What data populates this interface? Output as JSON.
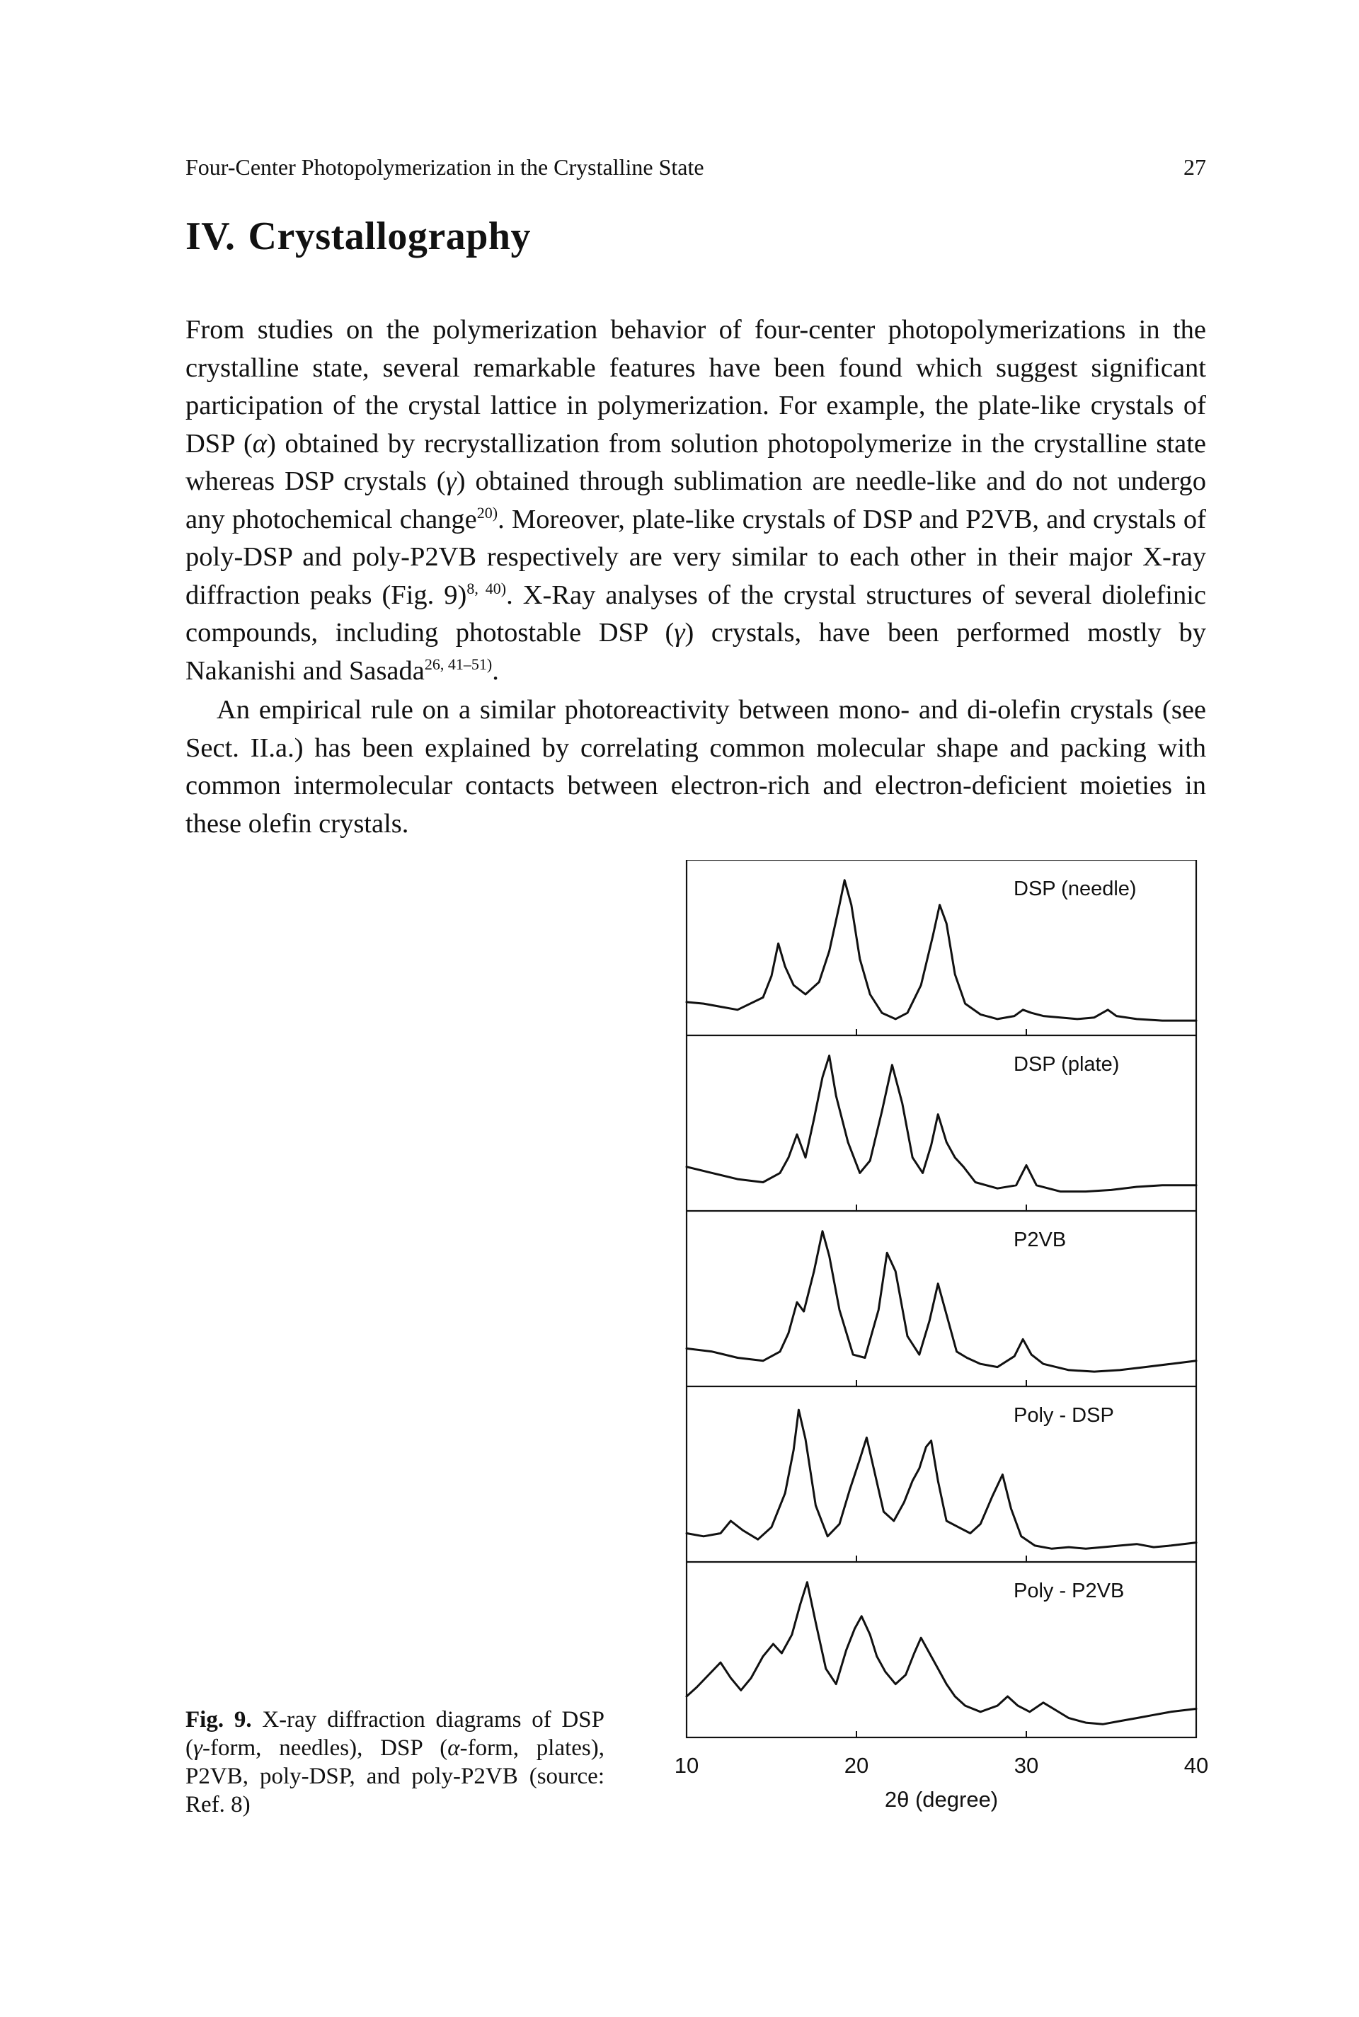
{
  "header": {
    "running_title": "Four-Center Photopolymerization in the Crystalline State",
    "page_number": "27"
  },
  "section": {
    "number": "IV.",
    "title": "Crystallography"
  },
  "paragraphs": {
    "p1": {
      "a": "From studies on the polymerization behavior of four-center photopolymerizations in the crystalline state, several remarkable features have been found which suggest significant participation of the crystal lattice in polymerization. For example, the plate-like crystals of DSP (",
      "alpha": "α",
      "b": ") obtained by recrystallization from solution photopolymerize in the crystalline state whereas DSP crystals (",
      "gamma": "γ",
      "c": ") obtained through sublimation are needle-like and do not undergo any photochemical change",
      "ref1": "20)",
      "d": ". Moreover, plate-like crystals of DSP and P2VB, and crystals of poly-DSP and poly-P2VB respectively are very similar to each other in their major X-ray diffraction peaks (Fig. 9)",
      "ref2": "8, 40)",
      "e": ". X-Ray analyses of the crystal structures of several diolefinic compounds, including photostable DSP (",
      "gamma2": "γ",
      "f": ") crystals, have been performed mostly by Nakanishi and Sasada",
      "ref3": "26, 41–51)",
      "g": "."
    },
    "p2": "An empirical rule on a similar photoreactivity between mono- and di-olefin crystals (see Sect. II.a.) has been explained by correlating common molecular shape and packing with common intermolecular contacts between electron-rich and electron-deficient moieties in these olefin crystals."
  },
  "caption": {
    "label": "Fig. 9.",
    "text_a": " X-ray diffraction diagrams of DSP (",
    "gamma": "γ",
    "text_b": "-form, needles), DSP (",
    "alpha": "α",
    "text_c": "-form, plates), P2VB, poly-DSP, and poly-P2VB (source: Ref. 8)"
  },
  "chart_data": {
    "type": "line",
    "title": "",
    "xlabel": "2θ (degree)",
    "ylabel": "",
    "xlim": [
      10,
      40
    ],
    "x_ticks": [
      "10",
      "20",
      "30",
      "40"
    ],
    "grid": false,
    "stacked_panels": true,
    "series": [
      {
        "name": "DSP (needle)",
        "points": [
          [
            10.0,
            0.17
          ],
          [
            11.0,
            0.16
          ],
          [
            12.0,
            0.14
          ],
          [
            13.0,
            0.12
          ],
          [
            14.5,
            0.2
          ],
          [
            15.0,
            0.34
          ],
          [
            15.4,
            0.55
          ],
          [
            15.8,
            0.4
          ],
          [
            16.3,
            0.28
          ],
          [
            17.0,
            0.22
          ],
          [
            17.8,
            0.3
          ],
          [
            18.4,
            0.5
          ],
          [
            19.0,
            0.8
          ],
          [
            19.3,
            0.96
          ],
          [
            19.7,
            0.8
          ],
          [
            20.2,
            0.45
          ],
          [
            20.8,
            0.22
          ],
          [
            21.5,
            0.1
          ],
          [
            22.3,
            0.06
          ],
          [
            23.0,
            0.1
          ],
          [
            23.8,
            0.28
          ],
          [
            24.5,
            0.6
          ],
          [
            24.9,
            0.8
          ],
          [
            25.3,
            0.68
          ],
          [
            25.8,
            0.35
          ],
          [
            26.4,
            0.16
          ],
          [
            27.3,
            0.09
          ],
          [
            28.3,
            0.06
          ],
          [
            29.3,
            0.08
          ],
          [
            29.8,
            0.12
          ],
          [
            30.3,
            0.1
          ],
          [
            31.0,
            0.08
          ],
          [
            32.0,
            0.07
          ],
          [
            33.0,
            0.06
          ],
          [
            34.0,
            0.07
          ],
          [
            34.8,
            0.12
          ],
          [
            35.3,
            0.08
          ],
          [
            36.5,
            0.06
          ],
          [
            38.0,
            0.05
          ],
          [
            40.0,
            0.05
          ]
        ]
      },
      {
        "name": "DSP (plate)",
        "points": [
          [
            10.0,
            0.24
          ],
          [
            11.5,
            0.2
          ],
          [
            13.0,
            0.16
          ],
          [
            14.5,
            0.14
          ],
          [
            15.5,
            0.2
          ],
          [
            16.0,
            0.3
          ],
          [
            16.5,
            0.45
          ],
          [
            17.0,
            0.3
          ],
          [
            17.5,
            0.55
          ],
          [
            18.0,
            0.82
          ],
          [
            18.4,
            0.96
          ],
          [
            18.8,
            0.7
          ],
          [
            19.5,
            0.4
          ],
          [
            20.2,
            0.2
          ],
          [
            20.8,
            0.28
          ],
          [
            21.5,
            0.6
          ],
          [
            22.1,
            0.9
          ],
          [
            22.7,
            0.65
          ],
          [
            23.3,
            0.3
          ],
          [
            23.9,
            0.2
          ],
          [
            24.4,
            0.38
          ],
          [
            24.8,
            0.58
          ],
          [
            25.3,
            0.4
          ],
          [
            25.8,
            0.3
          ],
          [
            26.3,
            0.24
          ],
          [
            27.0,
            0.14
          ],
          [
            28.3,
            0.1
          ],
          [
            29.4,
            0.12
          ],
          [
            30.0,
            0.25
          ],
          [
            30.6,
            0.12
          ],
          [
            32.0,
            0.08
          ],
          [
            33.5,
            0.08
          ],
          [
            35.0,
            0.09
          ],
          [
            36.5,
            0.11
          ],
          [
            38.0,
            0.12
          ],
          [
            40.0,
            0.12
          ]
        ]
      },
      {
        "name": "P2VB",
        "points": [
          [
            10.0,
            0.2
          ],
          [
            11.5,
            0.18
          ],
          [
            13.0,
            0.14
          ],
          [
            14.5,
            0.12
          ],
          [
            15.5,
            0.18
          ],
          [
            16.0,
            0.3
          ],
          [
            16.5,
            0.5
          ],
          [
            16.9,
            0.44
          ],
          [
            17.5,
            0.7
          ],
          [
            18.0,
            0.96
          ],
          [
            18.4,
            0.8
          ],
          [
            19.0,
            0.45
          ],
          [
            19.8,
            0.16
          ],
          [
            20.5,
            0.14
          ],
          [
            21.3,
            0.45
          ],
          [
            21.8,
            0.82
          ],
          [
            22.3,
            0.7
          ],
          [
            23.0,
            0.28
          ],
          [
            23.7,
            0.16
          ],
          [
            24.3,
            0.38
          ],
          [
            24.8,
            0.62
          ],
          [
            25.3,
            0.42
          ],
          [
            25.9,
            0.18
          ],
          [
            26.5,
            0.14
          ],
          [
            27.3,
            0.1
          ],
          [
            28.3,
            0.08
          ],
          [
            29.3,
            0.15
          ],
          [
            29.8,
            0.26
          ],
          [
            30.3,
            0.16
          ],
          [
            31.0,
            0.1
          ],
          [
            32.5,
            0.06
          ],
          [
            34.0,
            0.05
          ],
          [
            35.5,
            0.06
          ],
          [
            37.0,
            0.08
          ],
          [
            38.5,
            0.1
          ],
          [
            40.0,
            0.12
          ]
        ]
      },
      {
        "name": "Poly - DSP",
        "points": [
          [
            10.0,
            0.14
          ],
          [
            11.0,
            0.12
          ],
          [
            12.0,
            0.14
          ],
          [
            12.6,
            0.22
          ],
          [
            13.3,
            0.16
          ],
          [
            14.2,
            0.1
          ],
          [
            15.0,
            0.18
          ],
          [
            15.8,
            0.4
          ],
          [
            16.3,
            0.68
          ],
          [
            16.6,
            0.94
          ],
          [
            17.0,
            0.75
          ],
          [
            17.6,
            0.32
          ],
          [
            18.3,
            0.12
          ],
          [
            19.0,
            0.2
          ],
          [
            19.6,
            0.42
          ],
          [
            20.2,
            0.62
          ],
          [
            20.6,
            0.76
          ],
          [
            21.1,
            0.52
          ],
          [
            21.6,
            0.28
          ],
          [
            22.2,
            0.22
          ],
          [
            22.8,
            0.34
          ],
          [
            23.3,
            0.48
          ],
          [
            23.7,
            0.56
          ],
          [
            24.1,
            0.7
          ],
          [
            24.4,
            0.74
          ],
          [
            24.8,
            0.48
          ],
          [
            25.3,
            0.22
          ],
          [
            26.0,
            0.18
          ],
          [
            26.7,
            0.14
          ],
          [
            27.3,
            0.2
          ],
          [
            28.0,
            0.38
          ],
          [
            28.6,
            0.52
          ],
          [
            29.1,
            0.3
          ],
          [
            29.7,
            0.12
          ],
          [
            30.5,
            0.06
          ],
          [
            31.5,
            0.04
          ],
          [
            32.5,
            0.05
          ],
          [
            33.5,
            0.04
          ],
          [
            34.5,
            0.05
          ],
          [
            35.5,
            0.06
          ],
          [
            36.5,
            0.07
          ],
          [
            37.5,
            0.05
          ],
          [
            38.5,
            0.06
          ],
          [
            40.0,
            0.08
          ]
        ]
      },
      {
        "name": "Poly - P2VB",
        "points": [
          [
            10.0,
            0.22
          ],
          [
            10.6,
            0.28
          ],
          [
            11.3,
            0.36
          ],
          [
            12.0,
            0.44
          ],
          [
            12.6,
            0.34
          ],
          [
            13.2,
            0.26
          ],
          [
            13.8,
            0.34
          ],
          [
            14.5,
            0.48
          ],
          [
            15.1,
            0.56
          ],
          [
            15.6,
            0.5
          ],
          [
            16.2,
            0.62
          ],
          [
            16.7,
            0.82
          ],
          [
            17.1,
            0.96
          ],
          [
            17.6,
            0.7
          ],
          [
            18.2,
            0.4
          ],
          [
            18.8,
            0.3
          ],
          [
            19.4,
            0.52
          ],
          [
            19.9,
            0.66
          ],
          [
            20.3,
            0.74
          ],
          [
            20.8,
            0.62
          ],
          [
            21.2,
            0.48
          ],
          [
            21.7,
            0.38
          ],
          [
            22.3,
            0.3
          ],
          [
            22.9,
            0.36
          ],
          [
            23.4,
            0.5
          ],
          [
            23.8,
            0.6
          ],
          [
            24.2,
            0.52
          ],
          [
            24.7,
            0.42
          ],
          [
            25.3,
            0.3
          ],
          [
            25.8,
            0.22
          ],
          [
            26.4,
            0.16
          ],
          [
            27.3,
            0.12
          ],
          [
            28.3,
            0.16
          ],
          [
            28.9,
            0.22
          ],
          [
            29.5,
            0.16
          ],
          [
            30.2,
            0.12
          ],
          [
            31.0,
            0.18
          ],
          [
            31.6,
            0.14
          ],
          [
            32.5,
            0.08
          ],
          [
            33.5,
            0.05
          ],
          [
            34.5,
            0.04
          ],
          [
            35.5,
            0.06
          ],
          [
            36.5,
            0.08
          ],
          [
            37.5,
            0.1
          ],
          [
            38.5,
            0.12
          ],
          [
            40.0,
            0.14
          ]
        ]
      }
    ]
  }
}
